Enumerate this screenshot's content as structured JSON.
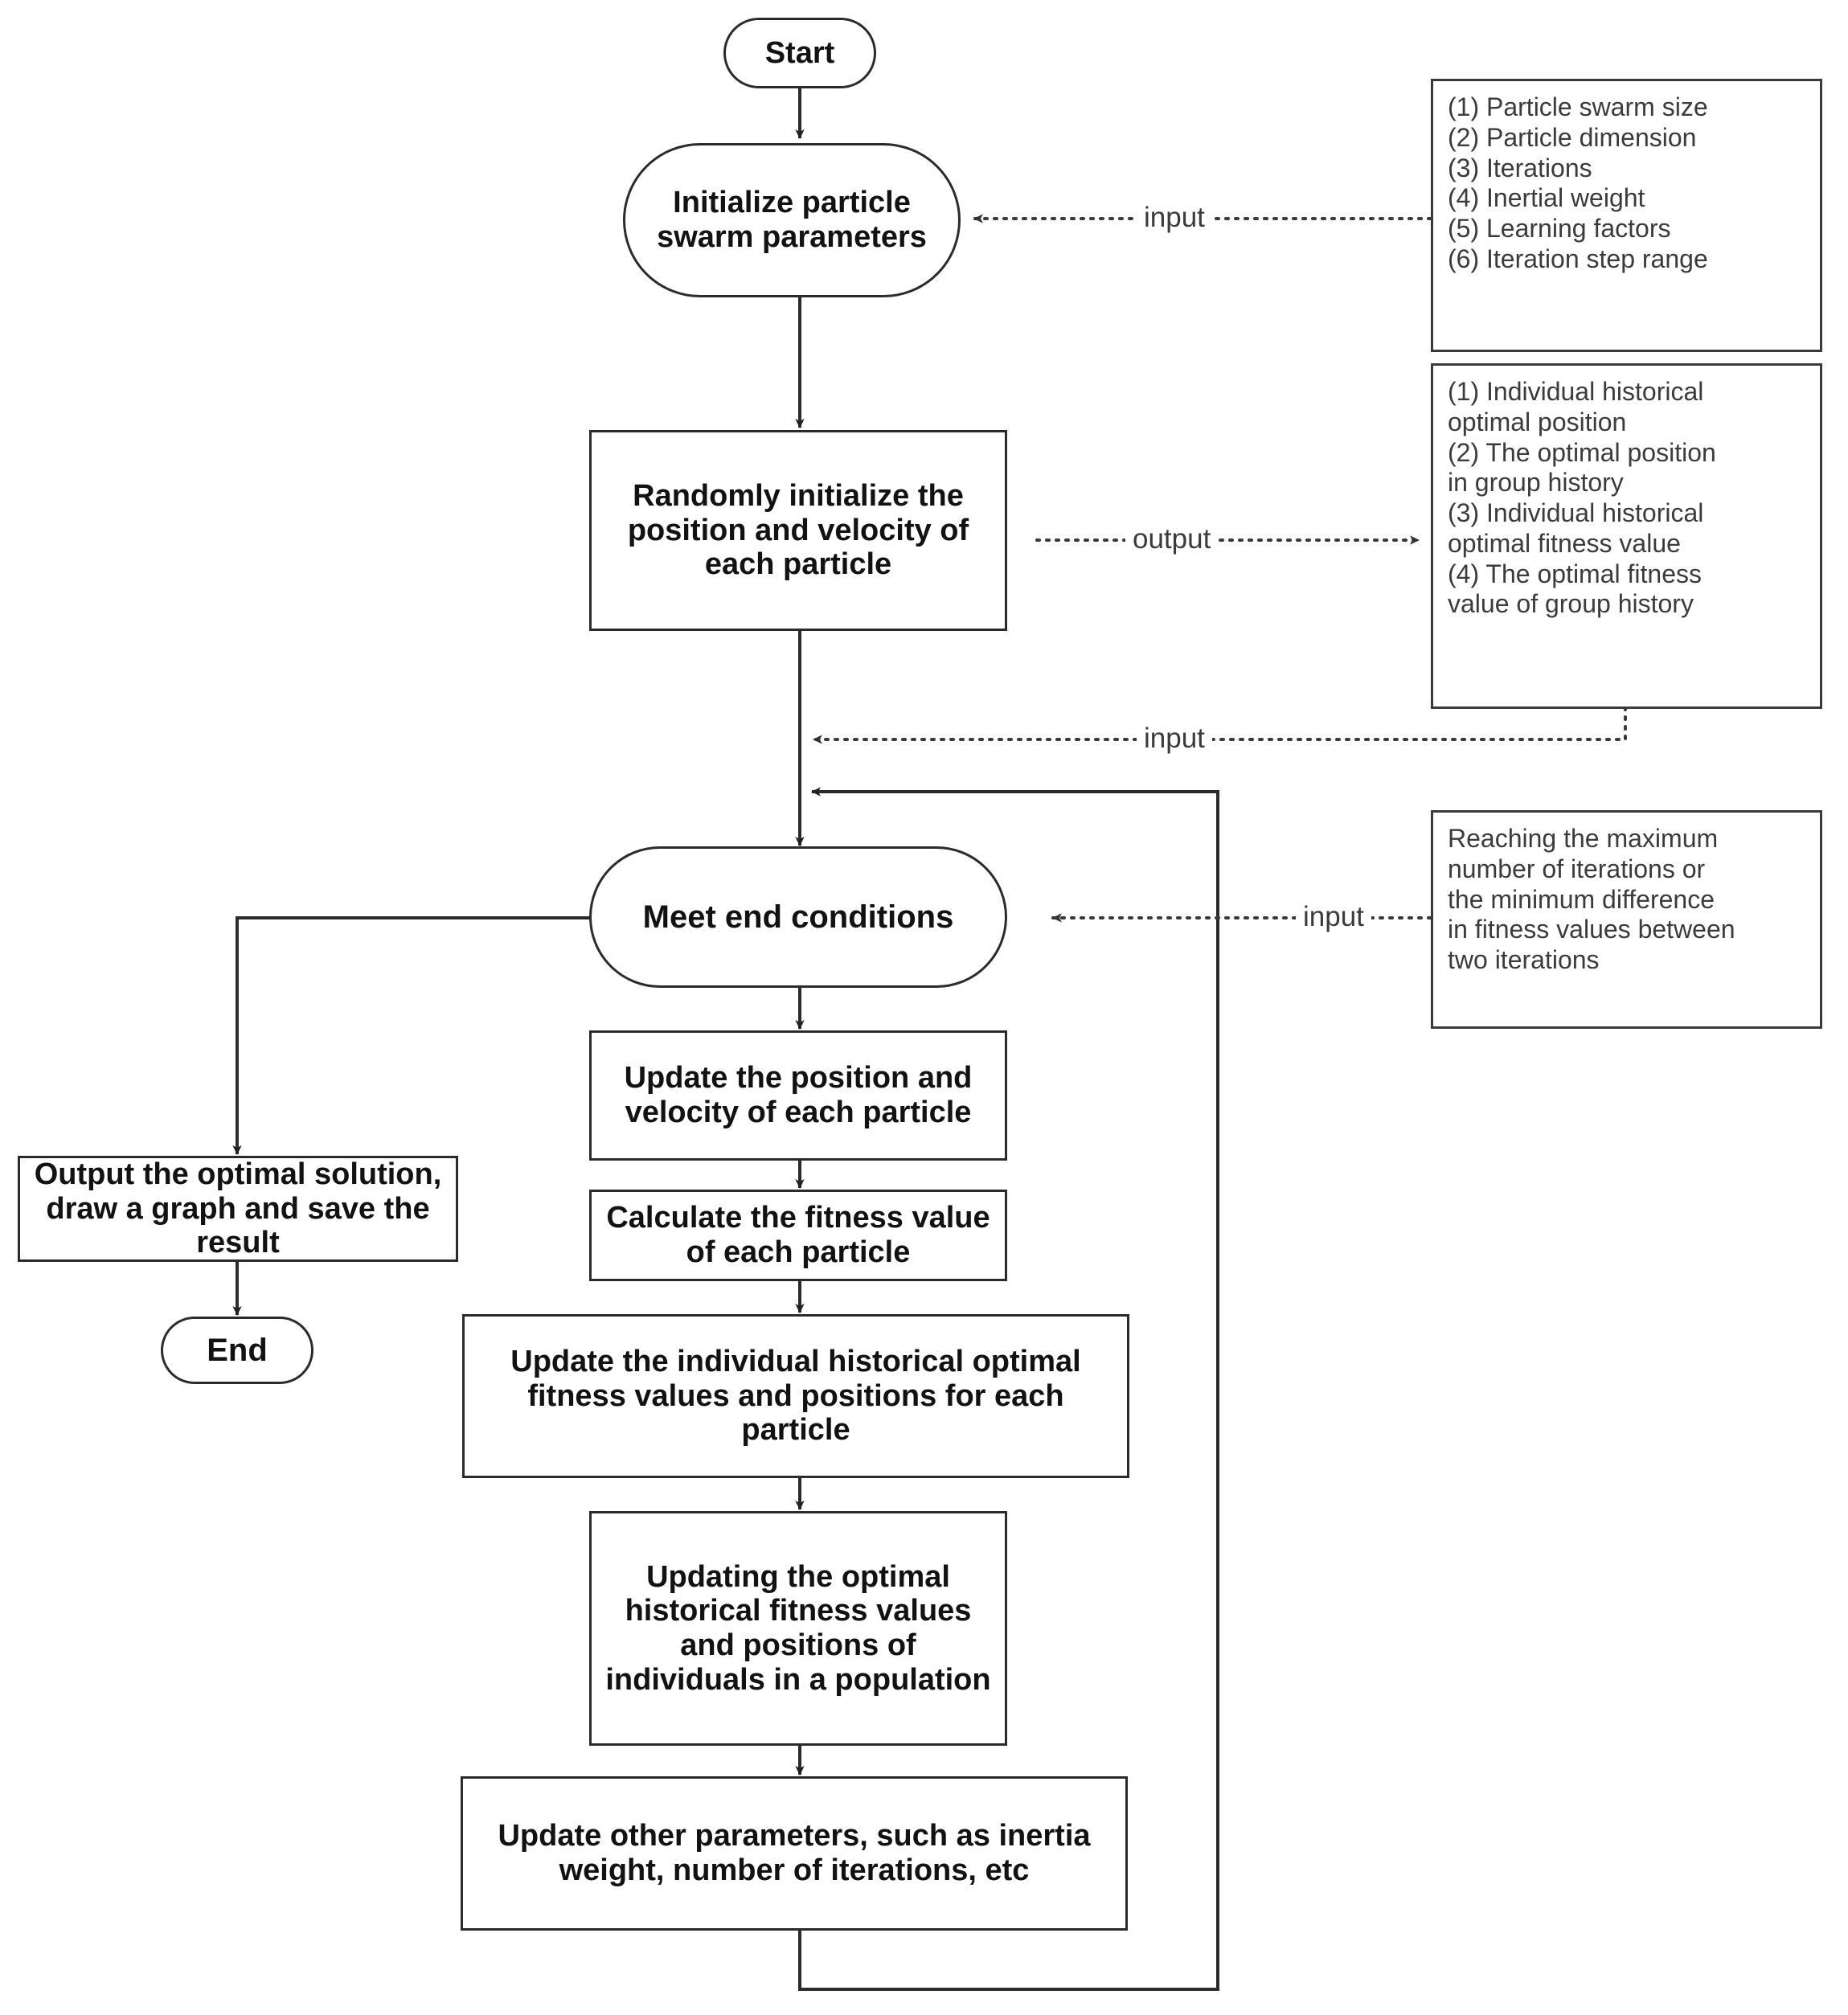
{
  "diagram": {
    "title": "Particle Swarm Optimization (PSO) algorithm flowchart",
    "colors": {
      "stroke": "#2b2b2b",
      "note_stroke": "#3a3a3a",
      "text": "#121212",
      "note_text": "#3b3b3b",
      "background": "#ffffff"
    }
  },
  "nodes": {
    "start": {
      "label": "Start",
      "shape": "terminator"
    },
    "init_params": {
      "label": "Initialize particle swarm parameters",
      "shape": "stadium"
    },
    "random_init": {
      "label": "Randomly initialize the position and velocity of each particle",
      "shape": "process"
    },
    "meet_end": {
      "label": "Meet end conditions",
      "shape": "stadium"
    },
    "update_pos_vel": {
      "label": "Update the position and velocity of each particle",
      "shape": "process"
    },
    "calc_fitness": {
      "label": "Calculate the fitness value of each particle",
      "shape": "process"
    },
    "update_individual": {
      "label": "Update the individual historical optimal fitness values and positions for each particle",
      "shape": "process"
    },
    "update_global": {
      "label": "Updating the optimal historical fitness values and positions of individuals in a population",
      "shape": "process"
    },
    "update_other": {
      "label": "Update other parameters, such as inertia weight, number of iterations, etc",
      "shape": "process"
    },
    "output_solution": {
      "label": "Output the optimal solution, draw a graph and save the result",
      "shape": "process"
    },
    "end": {
      "label": "End",
      "shape": "terminator"
    }
  },
  "edge_labels": {
    "input_params": "input",
    "output_values": "output",
    "input_values": "input",
    "input_conditions": "input"
  },
  "notes": {
    "parameters": {
      "lines": [
        "(1) Particle swarm size",
        "(2) Particle dimension",
        "(3) Iterations",
        "(4) Inertial weight",
        "(5) Learning factors",
        "(6) Iteration step range"
      ]
    },
    "outputs": {
      "lines": [
        "(1) Individual historical",
        "optimal position",
        "(2) The optimal position",
        "in group history",
        "(3) Individual historical",
        "optimal fitness value",
        "(4) The optimal fitness",
        "value of group history"
      ]
    },
    "end_conditions": {
      "lines": [
        "Reaching the maximum",
        "number of iterations or",
        "the minimum difference",
        "in fitness values between",
        "two iterations"
      ]
    }
  }
}
